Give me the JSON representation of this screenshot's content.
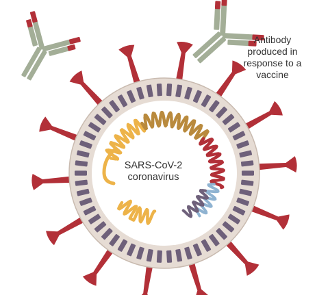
{
  "virus": {
    "label_lines": [
      "SARS-CoV-2",
      "coronavirus"
    ],
    "spike_count": 14,
    "membrane_segments": 54
  },
  "antibody": {
    "label_lines": [
      "Antibody",
      "produced in",
      "response to a",
      "vaccine"
    ],
    "count": 2
  },
  "colors": {
    "spike": "#B23038",
    "envelope": "#E6DCD4",
    "envelope_edge": "#C9BBB0",
    "membrane_protein": "#6E607A",
    "interior": "#FFFFFF",
    "rna_orange": "#EDB349",
    "rna_brown": "#B98A3D",
    "rna_red": "#B23038",
    "rna_blue": "#8FB3D1",
    "rna_purple": "#6E607A",
    "antibody_body": "#A3AE97",
    "antibody_tip": "#B23038"
  }
}
